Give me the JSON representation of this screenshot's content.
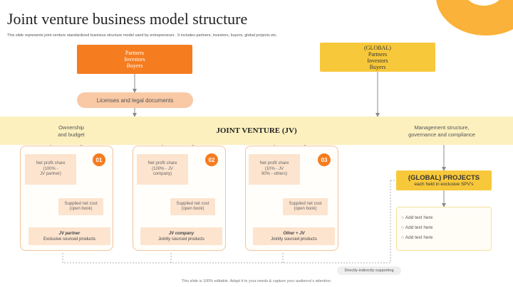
{
  "title": "Joint venture business model structure",
  "subtitle": "This slide represents joint venture standardized business structure model used by entrepreneurs . It includes partners, investors, buyers, global projects etc.",
  "colors": {
    "orange": "#f57c1f",
    "yellow": "#f8c83b",
    "peach": "#fde4cf",
    "band": "#fcf0bf"
  },
  "top_left": {
    "line1": "Partners",
    "line2": "Investors",
    "line3": "Buyers"
  },
  "top_right": {
    "line0": "(GLOBAL)",
    "line1": "Partners",
    "line2": "Investors",
    "line3": "Buyers"
  },
  "licenses": "Licenses and legal documents",
  "band": {
    "center": "JOINT VENTURE (JV)",
    "left_line1": "Ownership",
    "left_line2": "and budget",
    "right_line1": "Management structure,",
    "right_line2": "governance and compliance"
  },
  "panels": [
    {
      "number": "01",
      "share_l1": "Net profit share",
      "share_l2": "(100% -",
      "share_l3": "JV partner)",
      "cost_l1": "Supplied net cost",
      "cost_l2": "(open book)",
      "foot_title": "JV partner",
      "foot_sub": "Exclusive sourced products"
    },
    {
      "number": "02",
      "share_l1": "Net profit share",
      "share_l2": "(100% - JV",
      "share_l3": "company)",
      "cost_l1": "Supplied net cost",
      "cost_l2": "(open book)",
      "foot_title": "JV company",
      "foot_sub": "Jointly sourced products"
    },
    {
      "number": "03",
      "share_l1": "Net profit share",
      "share_l2": "(10% - JV",
      "share_l3": "90% - others)",
      "cost_l1": "Supplied net cost",
      "cost_l2": "(open book)",
      "foot_title": "Other + JV",
      "foot_sub": "Jointly sourced products"
    }
  ],
  "global_projects": {
    "title": "(GLOBAL) PROJECTS",
    "subtitle": "each held in exclusive SPV's"
  },
  "add_items": [
    "Add text here",
    "Add text here",
    "Add text here"
  ],
  "pill": "Directly-indirectly supporting",
  "credit": "This slide is 100% editable. Adapt it to your needs & capture your audience's attention."
}
